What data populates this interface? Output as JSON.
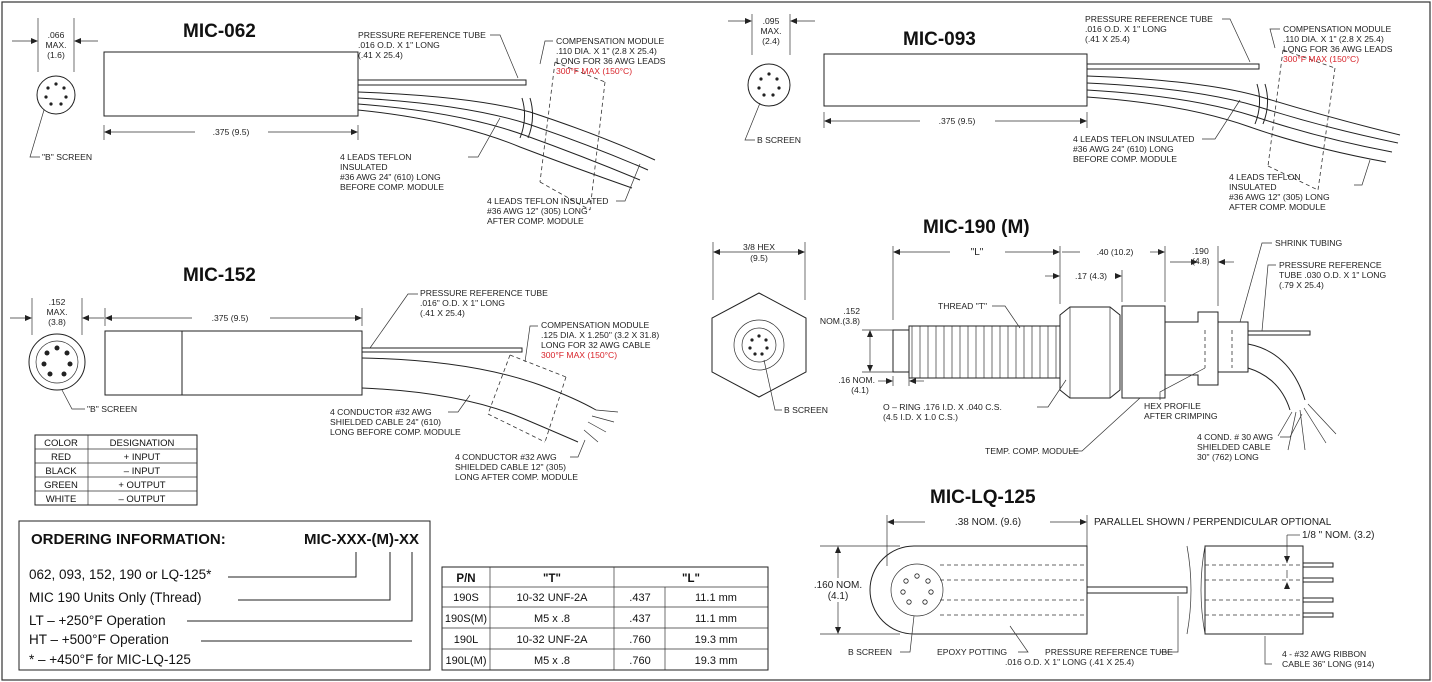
{
  "mic062": {
    "title": "MIC-062",
    "dia_label": [
      ".066",
      "MAX.",
      "(1.6)"
    ],
    "screen_label": "\"B\" SCREEN",
    "length_label": ".375 (9.5)",
    "tube_note": [
      "PRESSURE REFERENCE TUBE",
      ".016 O.D. X 1\" LONG",
      "(.41 X 25.4)"
    ],
    "comp_note": [
      "COMPENSATION MODULE",
      ".110 DIA. X 1\" (2.8 X 25.4)",
      "LONG FOR 36 AWG LEADS"
    ],
    "temp_note": "300°F MAX (150°C)",
    "leads_before": [
      "4 LEADS TEFLON",
      "INSULATED",
      "#36 AWG 24\" (610) LONG",
      "BEFORE COMP. MODULE"
    ],
    "leads_after": [
      "4 LEADS TEFLON INSULATED",
      "#36 AWG 12\" (305) LONG",
      "AFTER COMP. MODULE"
    ]
  },
  "mic093": {
    "title": "MIC-093",
    "dia_label": [
      ".095",
      "MAX.",
      "(2.4)"
    ],
    "screen_label": "B SCREEN",
    "length_label": ".375 (9.5)",
    "tube_note": [
      "PRESSURE REFERENCE TUBE",
      ".016 O.D. X 1\" LONG",
      "(.41 X 25.4)"
    ],
    "comp_note": [
      "COMPENSATION MODULE",
      ".110 DIA. X 1\" (2.8 X 25.4)",
      "LONG FOR 36 AWG LEADS"
    ],
    "temp_note": "300°F MAX (150°C)",
    "leads_before": [
      "4 LEADS TEFLON INSULATED",
      "#36 AWG 24\" (610) LONG",
      "BEFORE COMP. MODULE"
    ],
    "leads_after": [
      "4 LEADS TEFLON",
      "INSULATED",
      "#36 AWG 12\" (305) LONG",
      "AFTER COMP. MODULE"
    ]
  },
  "mic152": {
    "title": "MIC-152",
    "dia_label": [
      ".152",
      "MAX.",
      "(3.8)"
    ],
    "screen_label": "\"B\" SCREEN",
    "length_label": ".375 (9.5)",
    "tube_note": [
      "PRESSURE REFERENCE TUBE",
      ".016\" O.D. X 1\" LONG",
      "(.41 X 25.4)"
    ],
    "comp_note": [
      "COMPENSATION MODULE",
      ".125 DIA. X 1.250\" (3.2 X 31.8)",
      "LONG FOR 32 AWG CABLE"
    ],
    "temp_note": "300°F MAX (150°C)",
    "cable_before": [
      "4 CONDUCTOR #32 AWG",
      "SHIELDED CABLE 24\" (610)",
      "LONG BEFORE COMP. MODULE"
    ],
    "cable_after": [
      "4 CONDUCTOR #32 AWG",
      "SHIELDED CABLE 12\" (305)",
      "LONG AFTER COMP. MODULE"
    ]
  },
  "color_table": {
    "headers": [
      "COLOR",
      "DESIGNATION"
    ],
    "rows": [
      [
        "RED",
        "+ INPUT"
      ],
      [
        "BLACK",
        "– INPUT"
      ],
      [
        "GREEN",
        "+ OUTPUT"
      ],
      [
        "WHITE",
        "– OUTPUT"
      ]
    ]
  },
  "ordering": {
    "heading": "ORDERING INFORMATION:",
    "code": "MIC-XXX-(M)-XX",
    "lines": [
      "062, 093, 152, 190 or LQ-125*",
      "MIC 190 Units Only (Thread)",
      "LT – +250°F Operation",
      "HT – +500°F Operation",
      "* –  +450°F for MIC-LQ-125"
    ]
  },
  "pn_table": {
    "headers": [
      "P/N",
      "\"T\"",
      "\"L\""
    ],
    "rows": [
      [
        "190S",
        "10-32 UNF-2A",
        ".437",
        "11.1 mm"
      ],
      [
        "190S(M)",
        "M5 x .8",
        ".437",
        "11.1 mm"
      ],
      [
        "190L",
        "10-32 UNF-2A",
        ".760",
        "19.3 mm"
      ],
      [
        "190L(M)",
        "M5 x .8",
        ".760",
        "19.3 mm"
      ]
    ]
  },
  "mic190": {
    "title": "MIC-190 (M)",
    "hex_label": [
      "3/8 HEX",
      "(9.5)"
    ],
    "screen_label": "B SCREEN",
    "l_label": "\"L\"",
    "dim_40": ".40 (10.2)",
    "dim_17": ".17 (4.3)",
    "dim_190": [
      ".190",
      "(4.8)"
    ],
    "dim_152": [
      ".152",
      "NOM.(3.8)"
    ],
    "dim_16": [
      ".16 NOM.",
      "(4.1)"
    ],
    "thread_label": "THREAD \"T\"",
    "oring": [
      "O – RING .176 I.D. X .040 C.S.",
      "(4.5 I.D. X 1.0 C.S.)"
    ],
    "temp_module": "TEMP. COMP. MODULE",
    "shrink": "SHRINK TUBING",
    "tube_note": [
      "PRESSURE REFERENCE",
      "TUBE .030 O.D. X 1\" LONG",
      "(.79 X 25.4)"
    ],
    "hex_profile": [
      "HEX PROFILE",
      "AFTER CRIMPING"
    ],
    "cable": [
      "4 COND. # 30 AWG",
      "SHIELDED CABLE",
      "30\" (762) LONG"
    ]
  },
  "miclq125": {
    "title": "MIC-LQ-125",
    "length_label": ".38 NOM. (9.6)",
    "orientation": "PARALLEL SHOWN / PERPENDICULAR OPTIONAL",
    "pitch": "1/8 \" NOM. (3.2)",
    "dia_label": [
      ".160 NOM.",
      "(4.1)"
    ],
    "screen_label": "B SCREEN",
    "epoxy": "EPOXY POTTING",
    "tube_note": [
      "PRESSURE REFERENCE TUBE",
      ".016 O.D. X 1\" LONG (.41 X 25.4)"
    ],
    "ribbon": [
      "4 - #32 AWG RIBBON",
      "CABLE 36\" LONG (914)"
    ]
  },
  "colors": {
    "ink": "#222222",
    "temperature_red": "#d8232a"
  }
}
